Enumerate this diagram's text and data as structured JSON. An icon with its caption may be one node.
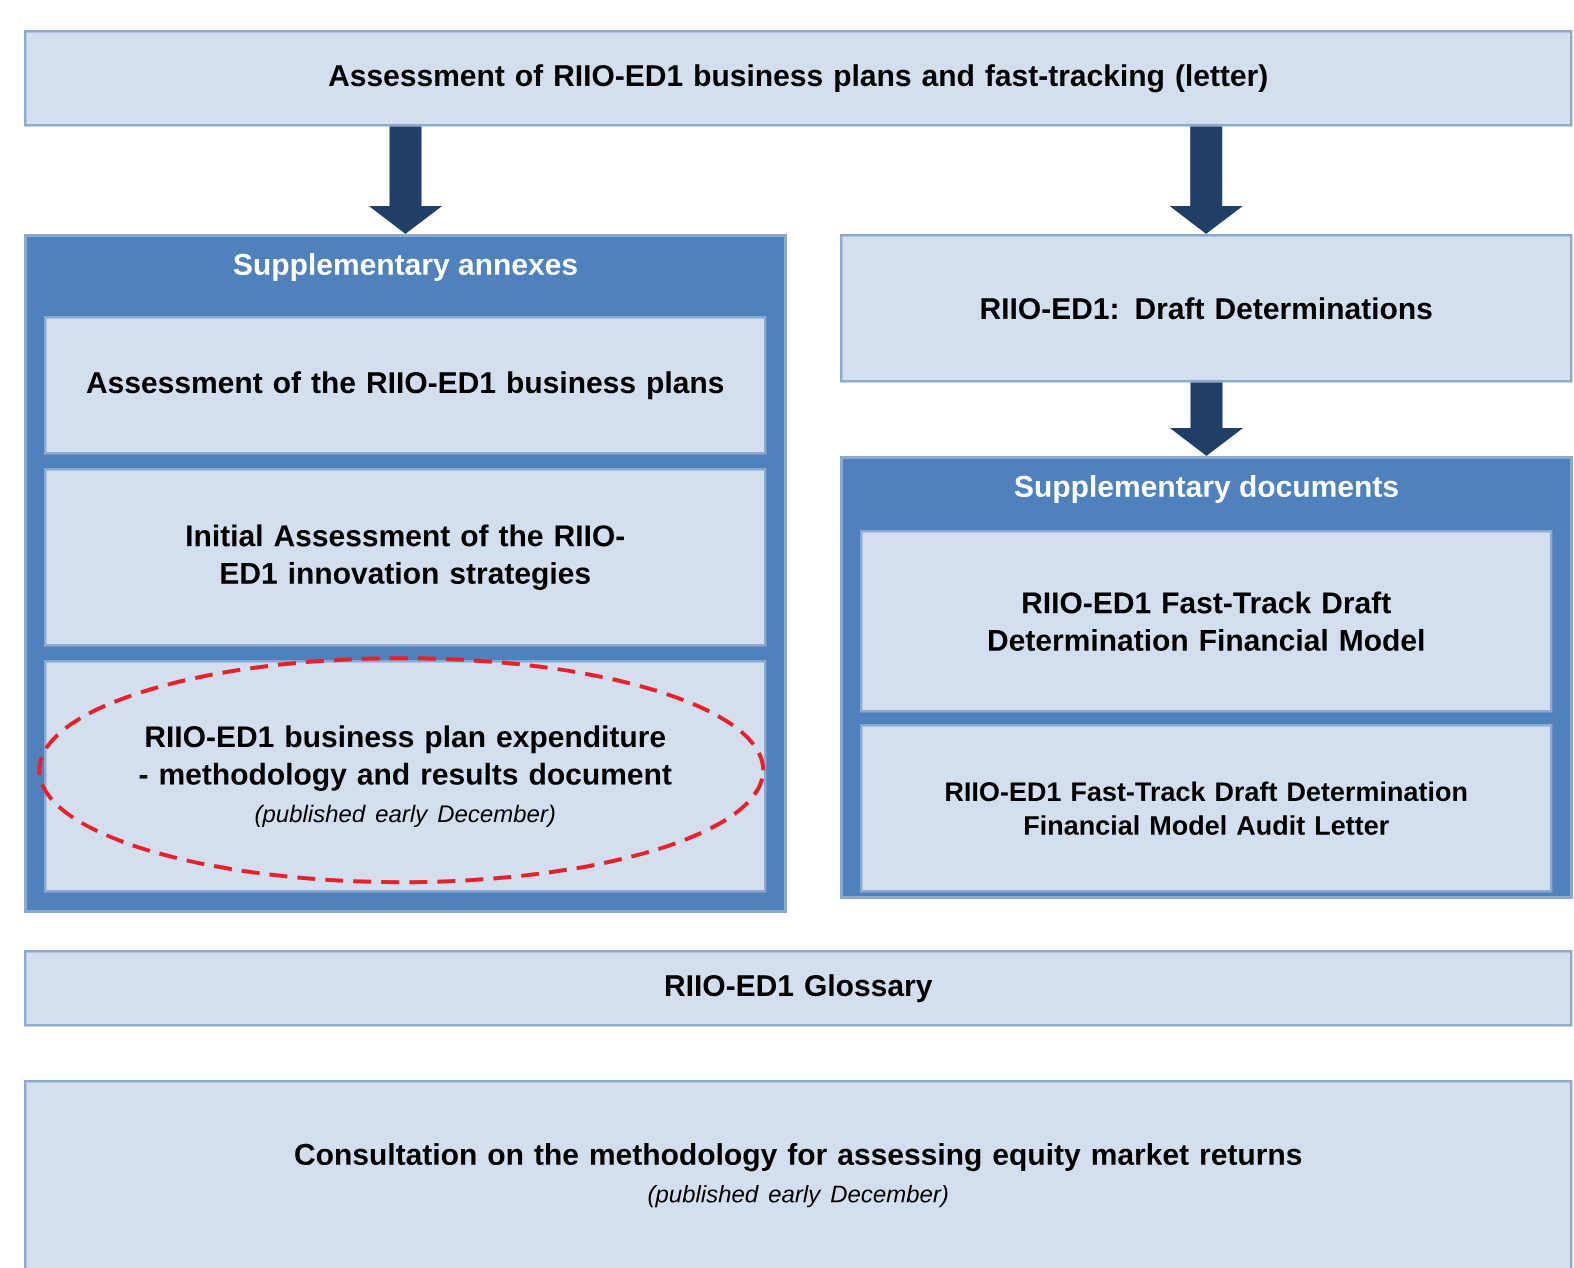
{
  "diagram": {
    "nodes": [
      {
        "text": [
          "Assessment of RIIO-ED1 business plans and fast-tracking (letter)"
        ]
      },
      {
        "text": [
          "Supplementary annexes"
        ]
      },
      {
        "text": [
          "Assessment of the RIIO-ED1 business plans"
        ],
        "in": 1
      },
      {
        "text": [
          "Initial Assessment of the RIIO-ED1 innovation strategies"
        ],
        "in": 1
      },
      {
        "text": [
          "RIIO-ED1 business plan expenditure - methodology and results document",
          "(published early December)"
        ],
        "in": 1
      },
      {
        "text": [
          "RIIO-ED1: Draft Determinations"
        ]
      },
      {
        "text": [
          "Supplementary documents"
        ]
      },
      {
        "text": [
          "RIIO-ED1 Fast-Track Draft Determination Financial Model"
        ],
        "in": 6
      },
      {
        "text": [
          "RIIO-ED1 Fast-Track Draft Determination Financial Model Audit Letter"
        ],
        "in": 6
      },
      {
        "text": [
          "RIIO-ED1 Glossary"
        ]
      },
      {
        "text": [
          "Consultation on the methodology for assessing equity market returns",
          "(published early December)"
        ]
      }
    ],
    "edges": [
      {
        "from": 0,
        "to": 1,
        "arrow": "to"
      },
      {
        "from": 0,
        "to": 5,
        "arrow": "to"
      },
      {
        "from": 5,
        "to": 6,
        "arrow": "to"
      }
    ]
  }
}
